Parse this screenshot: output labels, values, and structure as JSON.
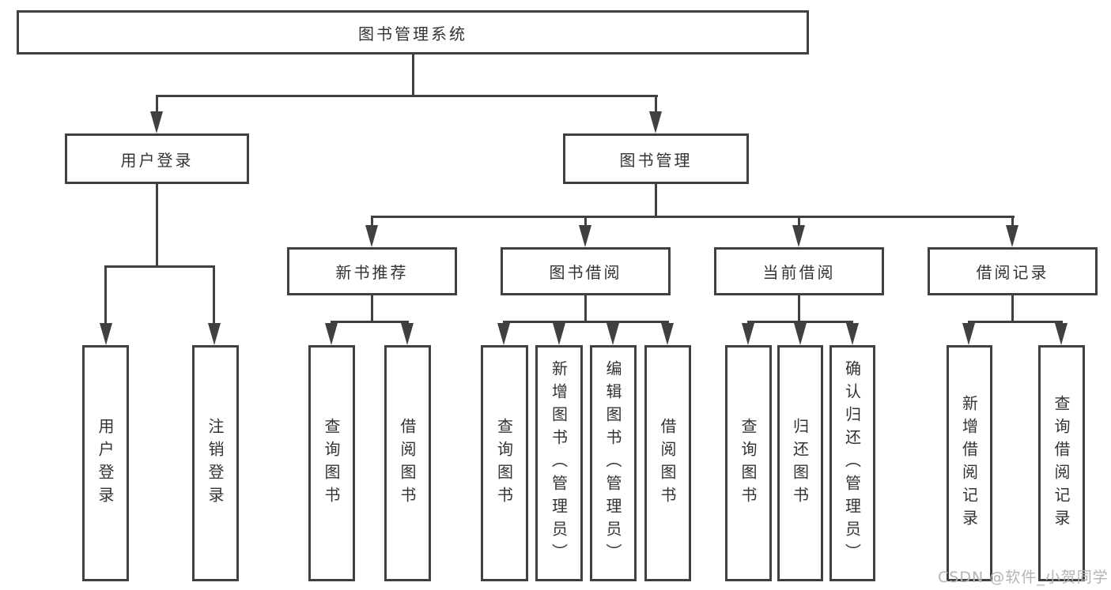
{
  "diagram": {
    "title": "图书管理系统",
    "root": {
      "label": "图书管理系统"
    },
    "level2": [
      {
        "label": "用户登录"
      },
      {
        "label": "图书管理"
      }
    ],
    "level3": [
      {
        "label": "新书推荐"
      },
      {
        "label": "图书借阅"
      },
      {
        "label": "当前借阅"
      },
      {
        "label": "借阅记录"
      }
    ],
    "leaves": [
      {
        "label": "用户登录",
        "parent": "用户登录"
      },
      {
        "label": "注销登录",
        "parent": "用户登录"
      },
      {
        "label": "查询图书",
        "parent": "新书推荐"
      },
      {
        "label": "借阅图书",
        "parent": "新书推荐"
      },
      {
        "label": "查询图书",
        "parent": "图书借阅"
      },
      {
        "label": "新增图书（管理员）",
        "parent": "图书借阅"
      },
      {
        "label": "编辑图书（管理员）",
        "parent": "图书借阅"
      },
      {
        "label": "借阅图书",
        "parent": "图书借阅"
      },
      {
        "label": "查询图书",
        "parent": "当前借阅"
      },
      {
        "label": "归还图书",
        "parent": "当前借阅"
      },
      {
        "label": "确认归还（管理员）",
        "parent": "当前借阅"
      },
      {
        "label": "新增借阅记录",
        "parent": "借阅记录"
      },
      {
        "label": "查询借阅记录",
        "parent": "借阅记录"
      }
    ]
  },
  "watermark": {
    "text": "CSDN @软件_小贺同学"
  },
  "colors": {
    "line": "#404040",
    "text": "#333333",
    "box_background": "#ffffff",
    "watermark": "#b4b4b8",
    "page_background": "#ffffff"
  }
}
